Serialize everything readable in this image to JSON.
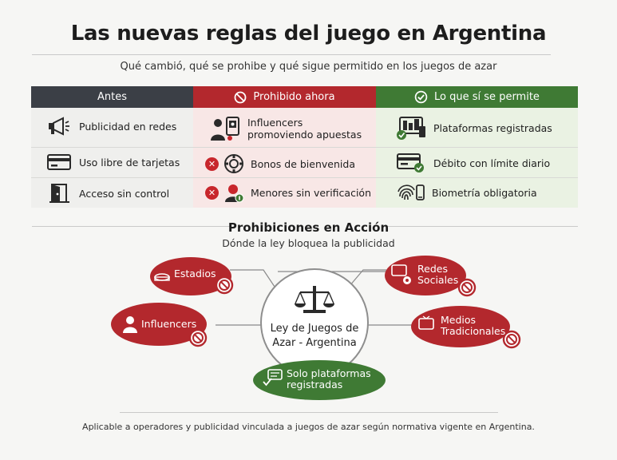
{
  "title": "Las nuevas reglas del juego en Argentina",
  "subtitle": "Qué cambió, qué se prohibe y qué sigue permitido en los juegos de azar",
  "table": {
    "headers": [
      "Antes",
      "Prohibido ahora",
      "Lo que sí se permite"
    ],
    "before": [
      "Publicidad en redes",
      "Uso libre de tarjetas",
      "Acceso sin control"
    ],
    "prohibited": [
      "Influencers promoviendo apuestas",
      "Bonos de bienvenida",
      "Menores sin verificación"
    ],
    "allowed": [
      "Plataformas registradas",
      "Débito con límite diario",
      "Biometría obligatoria"
    ]
  },
  "section": {
    "title": "Prohibiciones en Acción",
    "subtitle": "Dónde la ley bloquea la publicidad"
  },
  "diagram": {
    "center": [
      "Ley de Juegos de",
      "Azar - Argentina"
    ],
    "nodes": {
      "stadiums": "Estadios",
      "influencers": "Influencers",
      "social": [
        "Redes",
        "Sociales"
      ],
      "media": [
        "Medios",
        "Tradicionales"
      ],
      "registered": [
        "Solo plataformas",
        "registradas"
      ]
    }
  },
  "colors": {
    "dark": "#3b3f46",
    "red": "#b3282d",
    "green": "#3f7a34"
  },
  "footer": "Aplicable a operadores y publicidad vinculada a juegos de azar según normativa vigente en Argentina."
}
